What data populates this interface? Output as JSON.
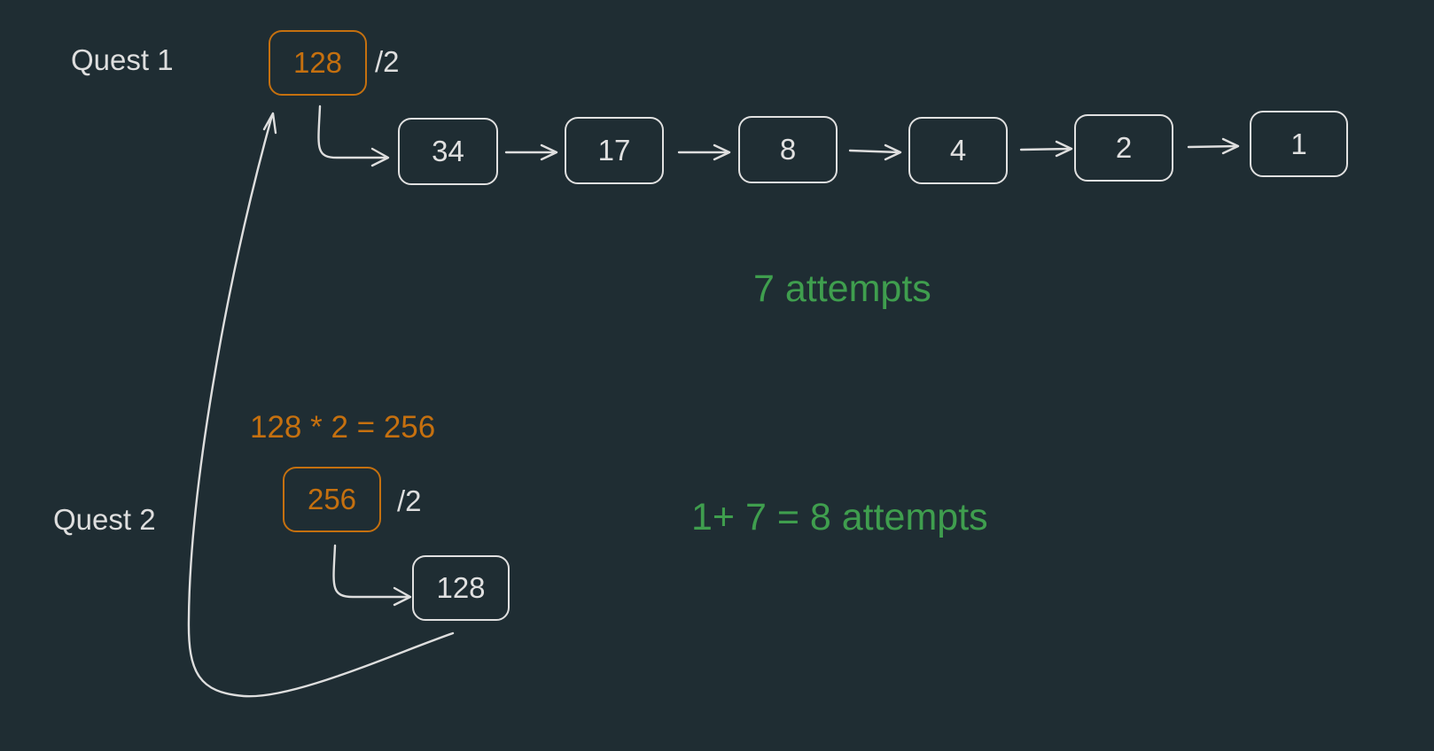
{
  "quest1": {
    "label": "Quest 1",
    "start": "128",
    "divide_note": "/2",
    "chain": [
      "34",
      "17",
      "8",
      "4",
      "2",
      "1"
    ],
    "result": "7 attempts"
  },
  "quest2": {
    "label": "Quest 2",
    "equation": "128 * 2 = 256",
    "start": "256",
    "divide_note": "/2",
    "next": "128",
    "result": "1+ 7 = 8 attempts"
  },
  "colors": {
    "background": "#1f2d33",
    "stroke": "#e0e0e0",
    "accent_orange": "#c5700f",
    "accent_green": "#3f9e4e"
  }
}
